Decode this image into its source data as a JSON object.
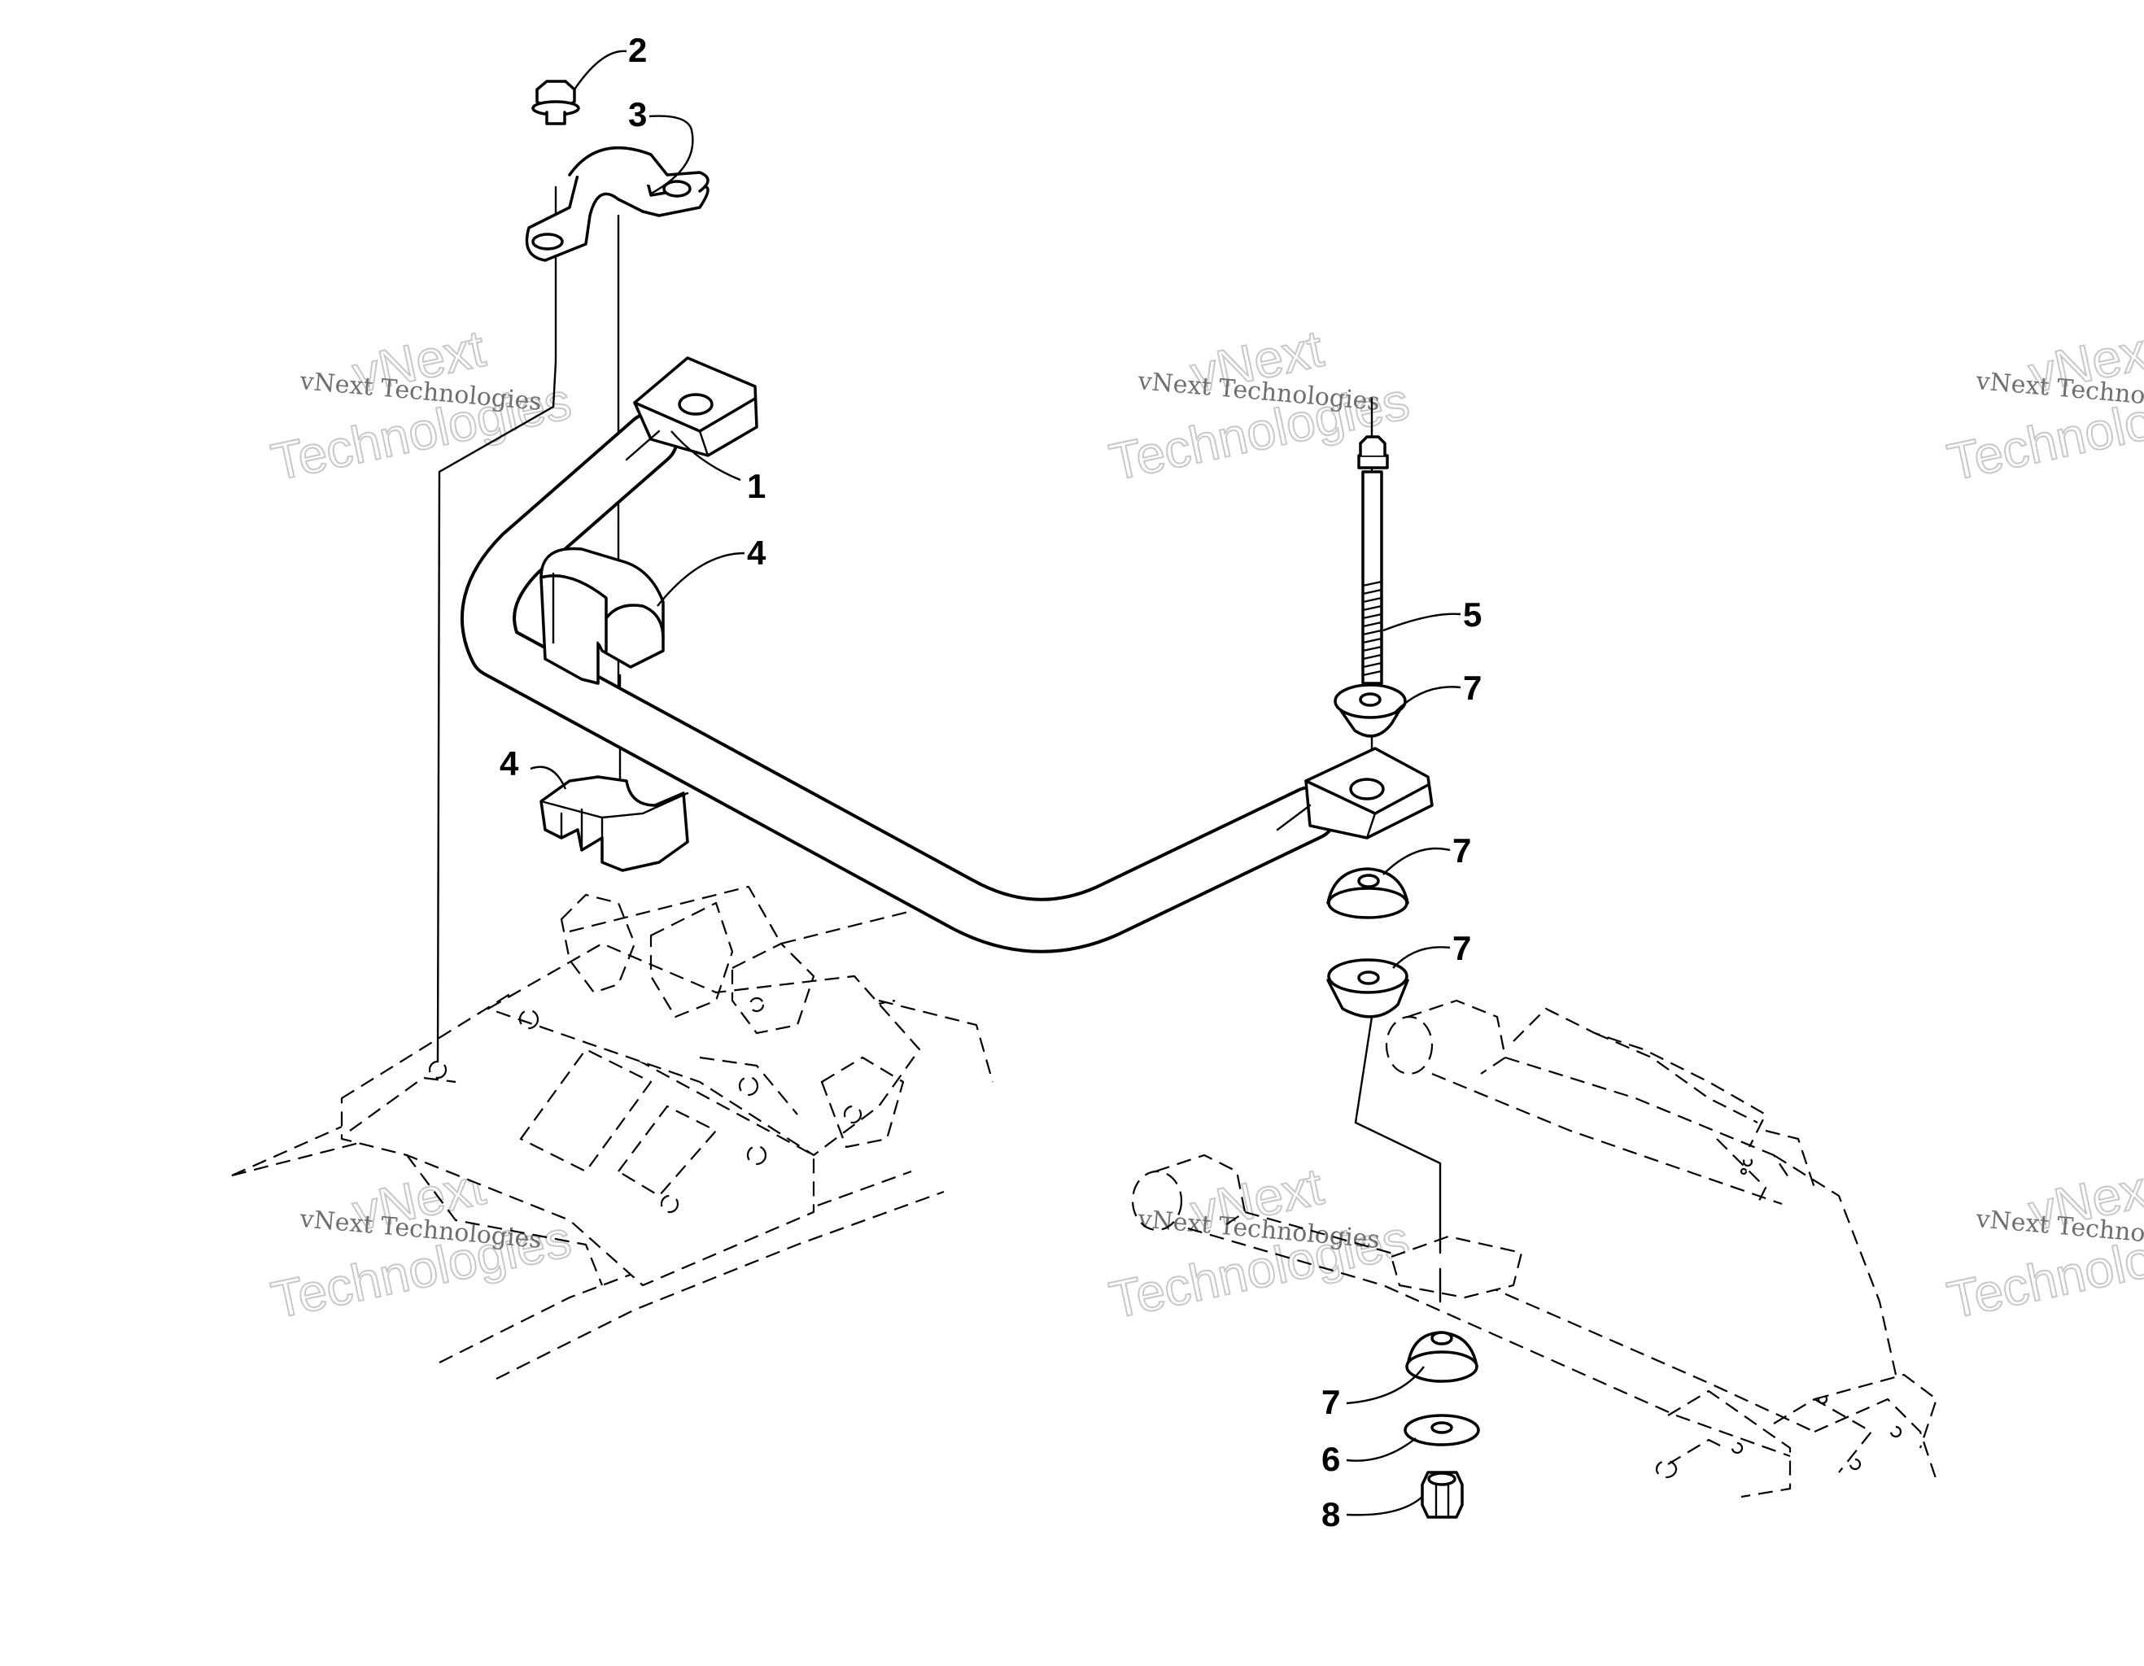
{
  "callouts": [
    {
      "id": "c1",
      "label": "1"
    },
    {
      "id": "c2",
      "label": "2"
    },
    {
      "id": "c3",
      "label": "3"
    },
    {
      "id": "c4a",
      "label": "4"
    },
    {
      "id": "c4b",
      "label": "4"
    },
    {
      "id": "c5",
      "label": "5"
    },
    {
      "id": "c6",
      "label": "6"
    },
    {
      "id": "c7a",
      "label": "7"
    },
    {
      "id": "c7b",
      "label": "7"
    },
    {
      "id": "c7c",
      "label": "7"
    },
    {
      "id": "c7d",
      "label": "7"
    },
    {
      "id": "c8",
      "label": "8"
    }
  ],
  "watermark": {
    "small": "vNext Technologies",
    "big_line1": "vNext",
    "big_line2": "Technologies"
  }
}
